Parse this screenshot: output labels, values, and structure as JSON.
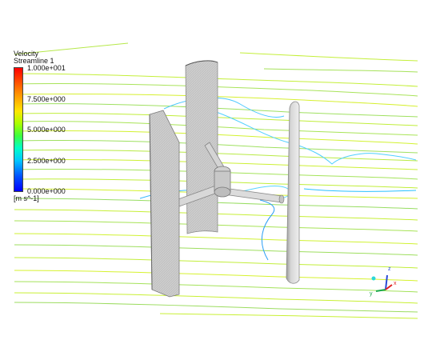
{
  "legend": {
    "title_line1": "Velocity",
    "title_line2": "Streamline 1",
    "ticks": [
      "1.000e+001",
      "7.500e+000",
      "5.000e+000",
      "2.500e+000",
      "0.000e+000"
    ],
    "units": "[m s^-1]"
  },
  "axes_triad": {
    "x": "x",
    "y": "y",
    "z": "z"
  },
  "colors": {
    "streamline_fast": "#c8f000",
    "streamline_mid": "#5fe05f",
    "streamline_slow": "#3fc3ff",
    "blade": "#cfcfcf"
  }
}
